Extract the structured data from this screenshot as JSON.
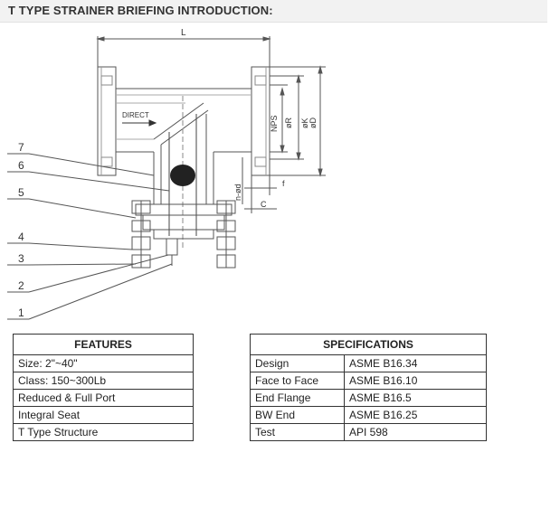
{
  "header": {
    "title": "T TYPE STRAINER BRIEFING INTRODUCTION:"
  },
  "drawing": {
    "labels": {
      "dim_L": "L",
      "dim_NPS": "NPS",
      "dim_R": "øR",
      "dim_K": "øK",
      "dim_D": "øD",
      "dim_f": "f",
      "dim_C": "C",
      "dim_nd": "n-ød",
      "direct": "DIRECT"
    },
    "callouts": [
      "7",
      "6",
      "5",
      "4",
      "3",
      "2",
      "1"
    ]
  },
  "features": {
    "header": "FEATURES",
    "rows": [
      "Size: 2\"~40\"",
      "Class: 150~300Lb",
      "Reduced & Full Port",
      "Integral Seat",
      "T Type Structure"
    ]
  },
  "specifications": {
    "header": "SPECIFICATIONS",
    "rows": [
      {
        "name": "Design",
        "value": "ASME B16.34"
      },
      {
        "name": "Face to Face",
        "value": "ASME B16.10"
      },
      {
        "name": "End Flange",
        "value": "ASME B16.5"
      },
      {
        "name": "BW End",
        "value": "ASME B16.25"
      },
      {
        "name": "Test",
        "value": "API 598"
      }
    ]
  }
}
